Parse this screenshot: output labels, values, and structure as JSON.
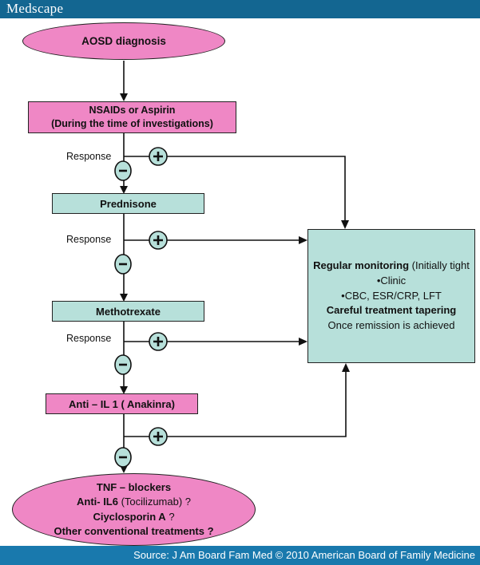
{
  "header": {
    "logo": "Medscape"
  },
  "footer": {
    "source": "Source: J Am Board Fam Med © 2010 American Board of Family Medicine"
  },
  "colors": {
    "header_blue": "#136691",
    "footer_blue": "#1979ad",
    "node_pink": "#ef87c5",
    "node_teal": "#b7e0da"
  },
  "flowchart": {
    "nodes": {
      "aosd": {
        "label": "AOSD diagnosis"
      },
      "nsaids": {
        "line1": "NSAIDs or Aspirin",
        "line2": "(During the time of investigations)"
      },
      "prednisone": {
        "label": "Prednisone"
      },
      "methotrexate": {
        "label": "Methotrexate"
      },
      "anti_il1": {
        "label": "Anti – IL 1 ( Anakinra)"
      },
      "monitor": {
        "line1_bold": "Regular monitoring ",
        "line1_rest": "(Initially tight",
        "line2": "•Clinic",
        "line3": "•CBC, ESR/CRP, LFT",
        "line4_bold": "Careful treatment tapering",
        "line5": "Once remission is achieved"
      },
      "final": {
        "line1_bold": "TNF – blockers",
        "line2_bold": "Anti- IL6",
        "line2_rest": " (Tocilizumab) ?",
        "line3_bold": "Ciyclosporin A",
        "line3_rest": " ?",
        "line4_bold": "Other conventional treatments ?"
      }
    },
    "labels": {
      "response1": "Response",
      "response2": "Response",
      "response3": "Response"
    }
  }
}
